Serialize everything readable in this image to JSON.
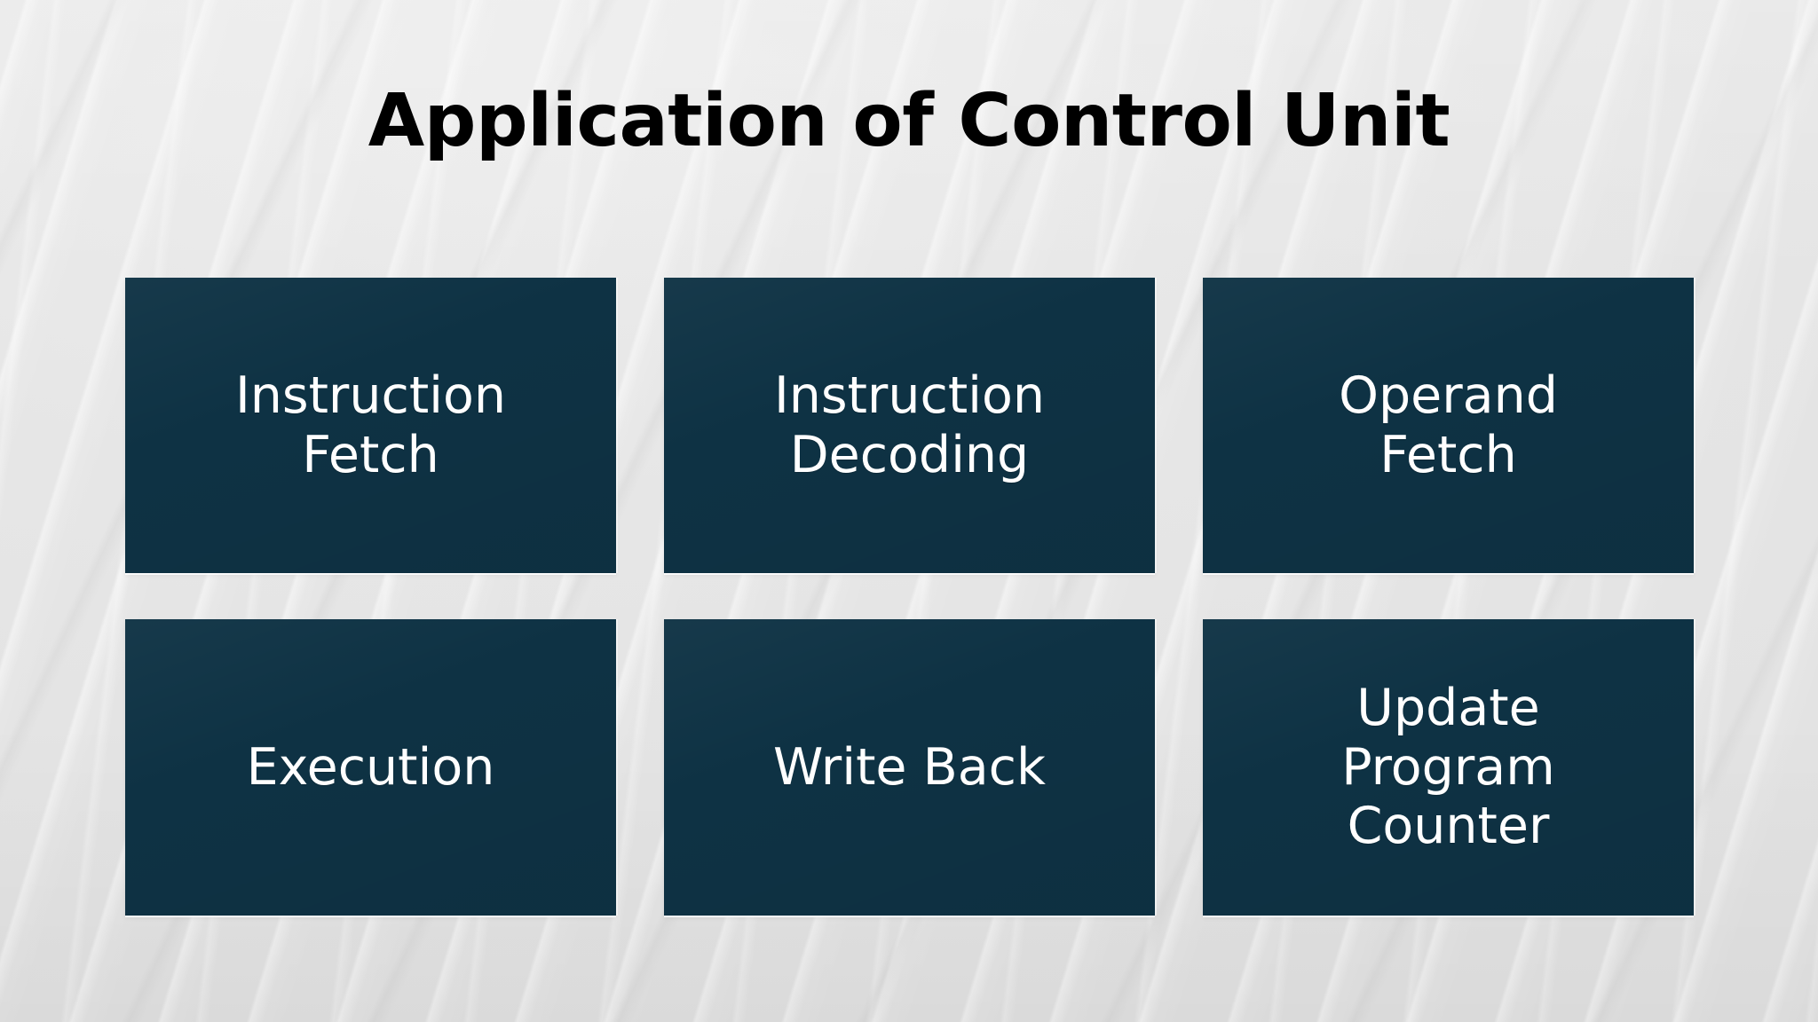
{
  "slide": {
    "title": "Application of Control Unit",
    "background_color": "#e7e7e7",
    "title_color": "#000000",
    "box_color": "#0e3244",
    "box_text_color": "#ffffff"
  },
  "boxes": [
    {
      "label": "Instruction\nFetch",
      "name": "instruction-fetch"
    },
    {
      "label": "Instruction\nDecoding",
      "name": "instruction-decoding"
    },
    {
      "label": "Operand\nFetch",
      "name": "operand-fetch"
    },
    {
      "label": "Execution",
      "name": "execution"
    },
    {
      "label": "Write Back",
      "name": "write-back"
    },
    {
      "label": "Update\nProgram\nCounter",
      "name": "update-program-counter"
    }
  ]
}
